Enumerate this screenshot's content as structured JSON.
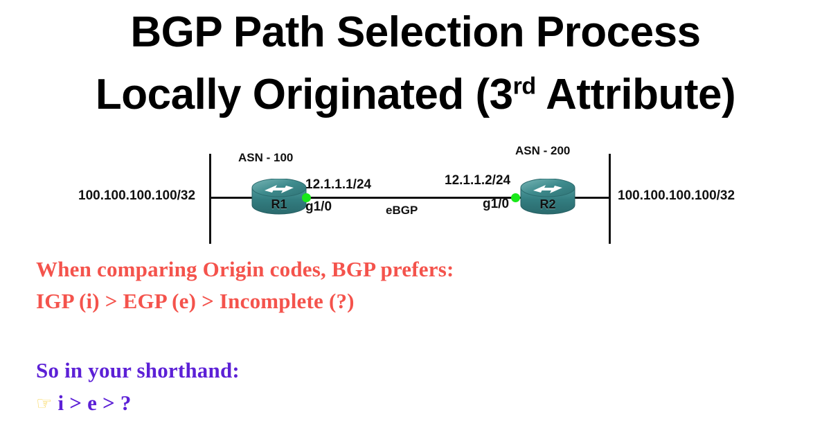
{
  "title": {
    "line1": "BGP Path Selection Process",
    "line2_before": "Locally Originated (3",
    "line2_sup": "rd",
    "line2_after": " Attribute)"
  },
  "diagram": {
    "asn_left": "ASN - 100",
    "asn_right": "ASN - 200",
    "router_left_label": "R1",
    "router_right_label": "R2",
    "ip_left": "12.1.1.1/24",
    "interface_left": "g1/0",
    "ip_right": "12.1.1.2/24",
    "interface_right": "g1/0",
    "peering_label": "eBGP",
    "network_left": "100.100.100.100/32",
    "network_right": "100.100.100.100/32"
  },
  "notes": {
    "red_line_1": "When comparing Origin codes, BGP prefers:",
    "red_line_2": "IGP (i) > EGP (e) > Incomplete (?)",
    "purple_line_1": "So in your shorthand:",
    "purple_hand": "☞",
    "purple_line_2": "i > e > ?"
  },
  "colors": {
    "red": "#F4534C",
    "purple": "#5C20D6",
    "router_teal": "#337D80",
    "link_dot_green": "#1AE81A",
    "hand_yellow": "#F8D24B",
    "background": "#FFFFFF",
    "line_black": "#111111"
  }
}
